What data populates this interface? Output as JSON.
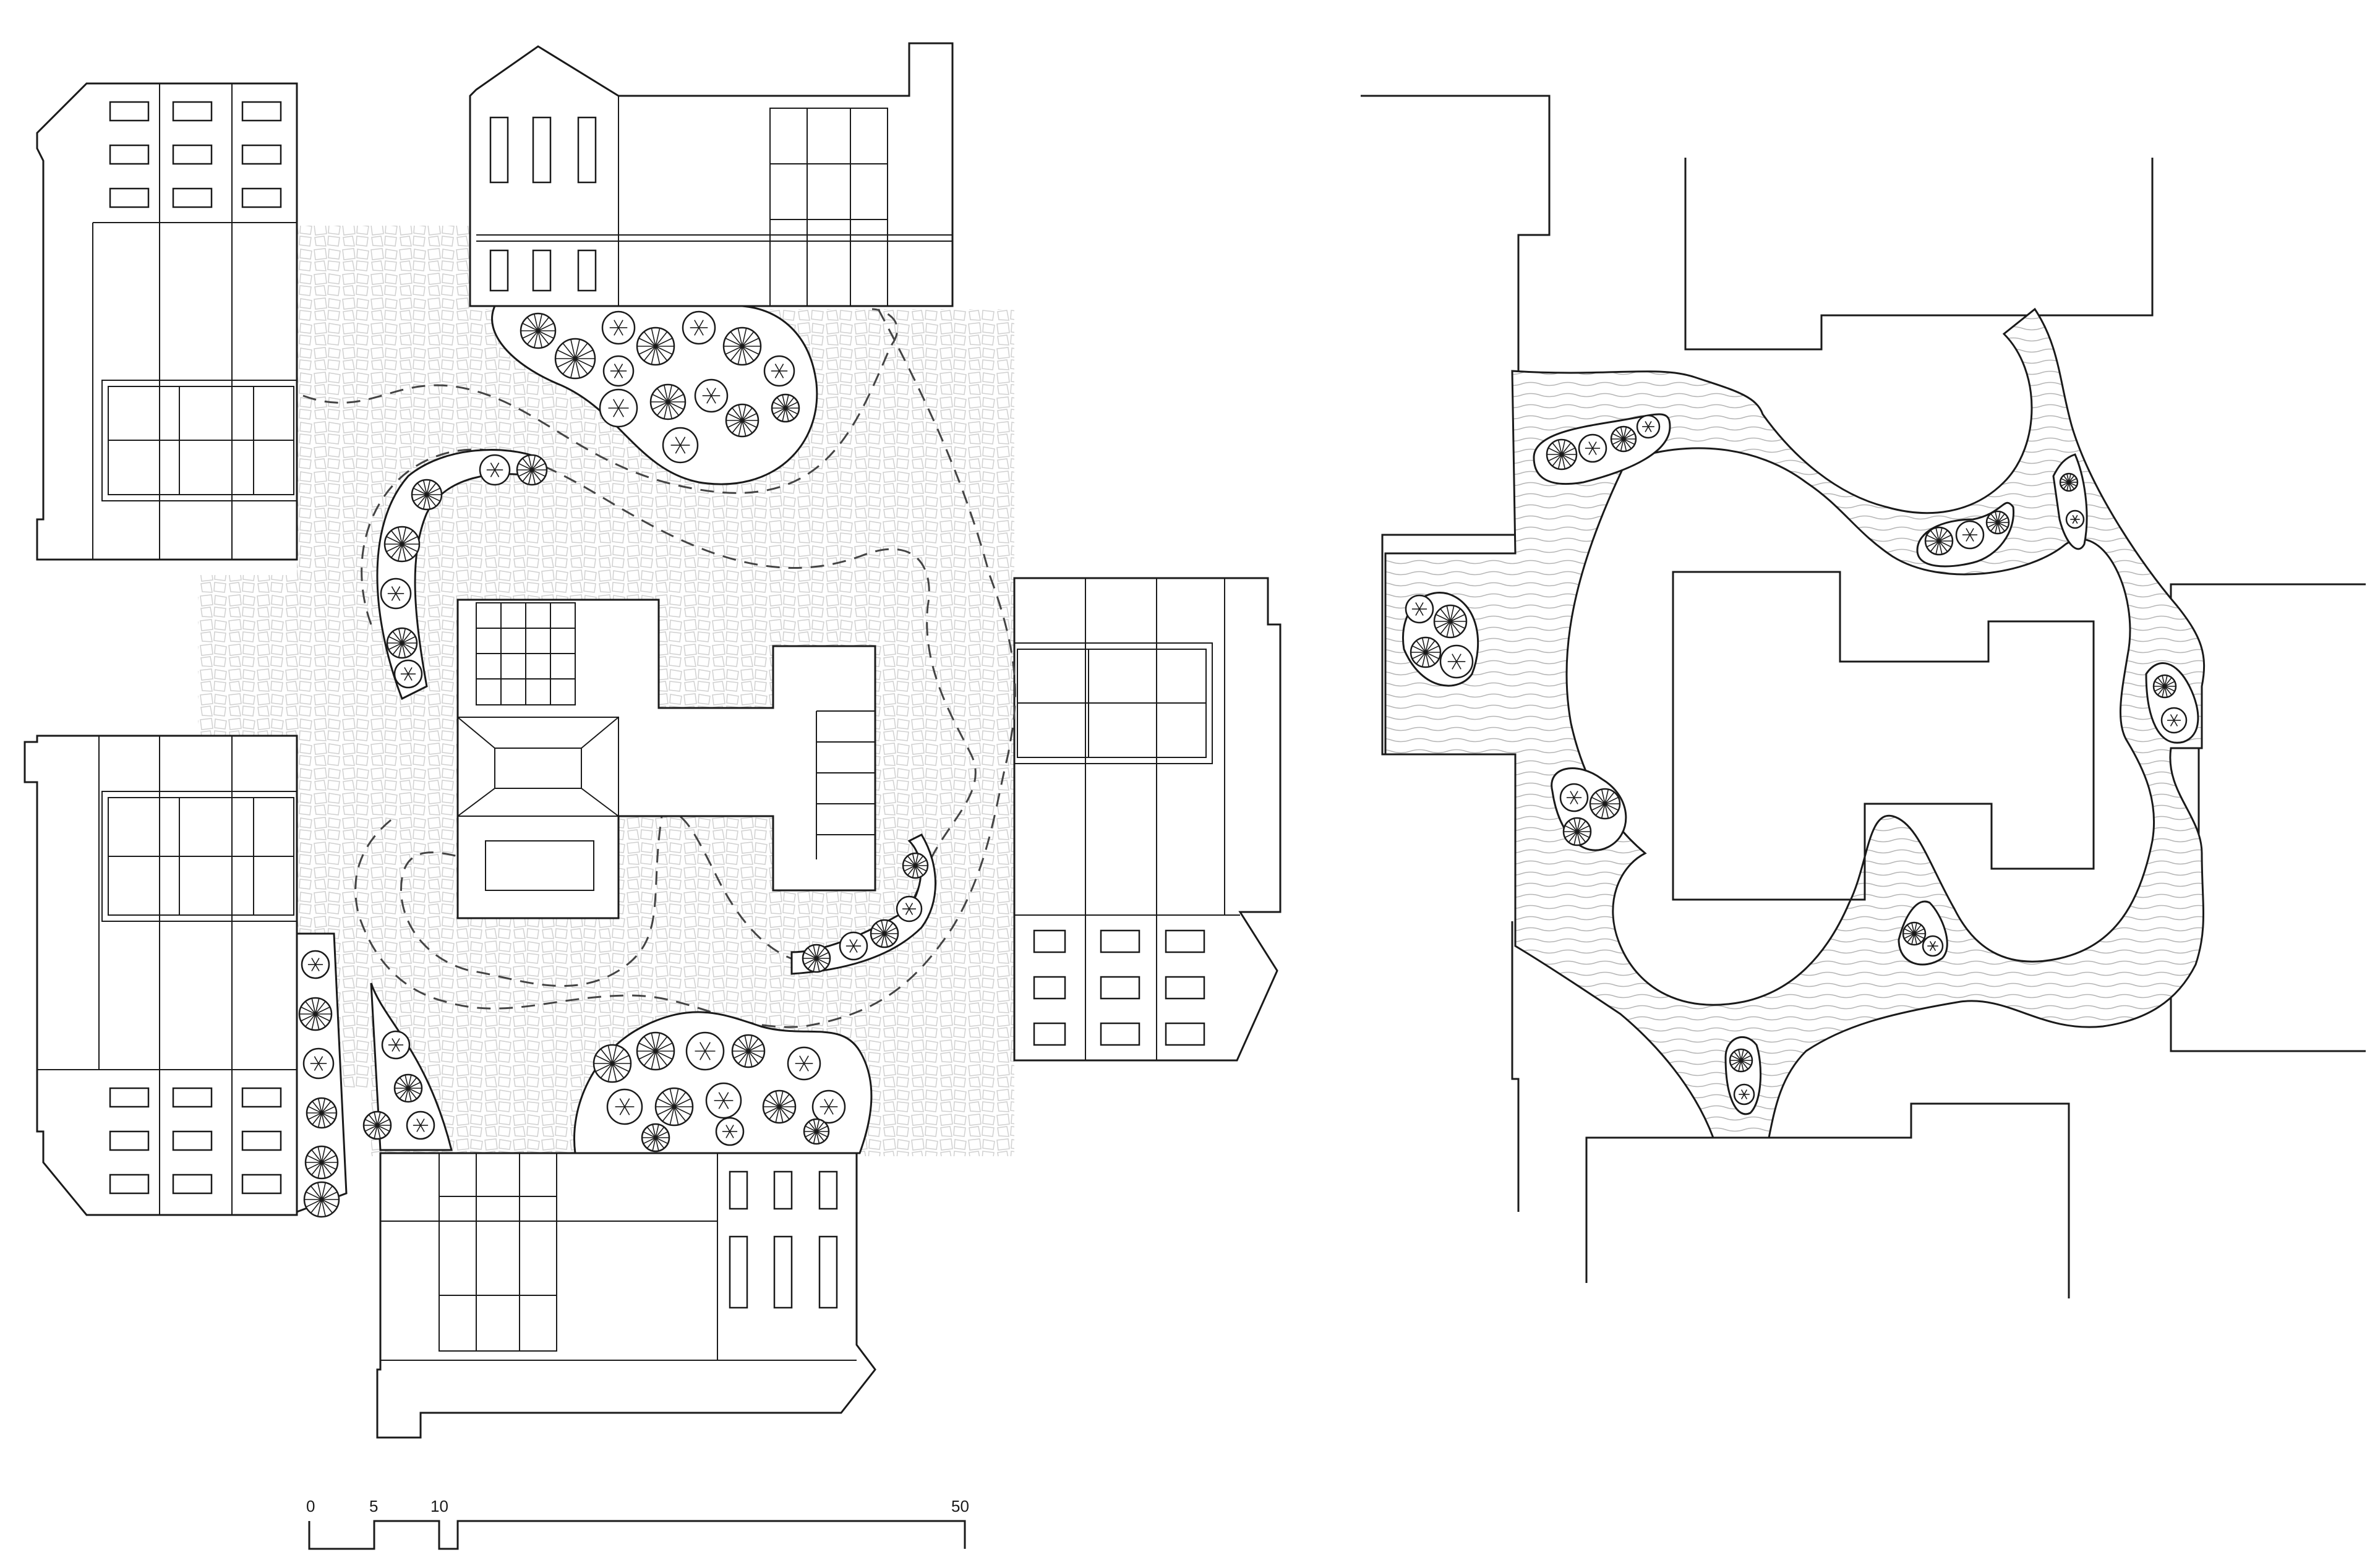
{
  "drawing": {
    "plans": [
      {
        "id": "left",
        "kind": "ground-floor plan with planting"
      },
      {
        "id": "right",
        "kind": "outline plan with paving pattern"
      }
    ],
    "colors": {
      "line": "#1a1a1a",
      "paving": "#e6e6e6",
      "background": "#ffffff"
    }
  },
  "scale_bar": {
    "ticks": [
      "0",
      "5",
      "10",
      "50"
    ],
    "values": [
      0,
      5,
      10,
      50
    ]
  }
}
